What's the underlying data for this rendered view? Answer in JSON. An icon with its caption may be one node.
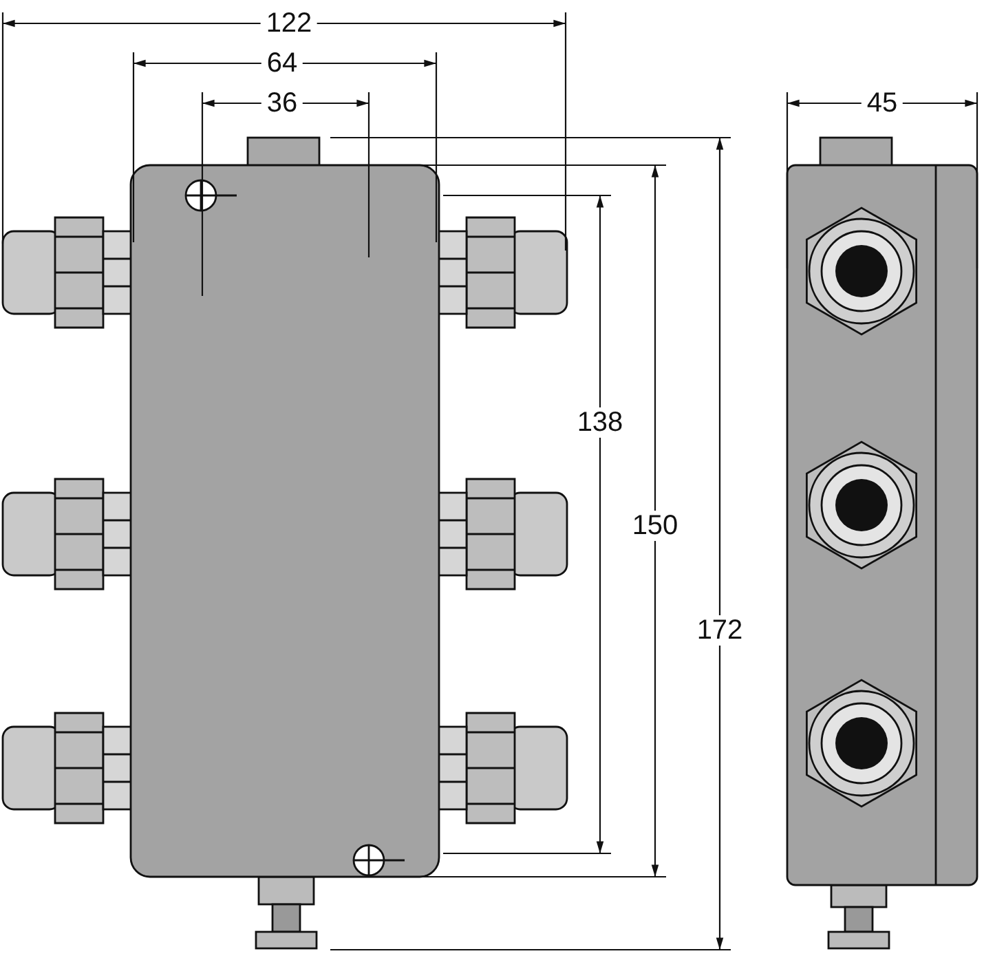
{
  "diagram": {
    "labels": [
      "122",
      "64",
      "36",
      "45",
      "138",
      "150",
      "172"
    ]
  }
}
